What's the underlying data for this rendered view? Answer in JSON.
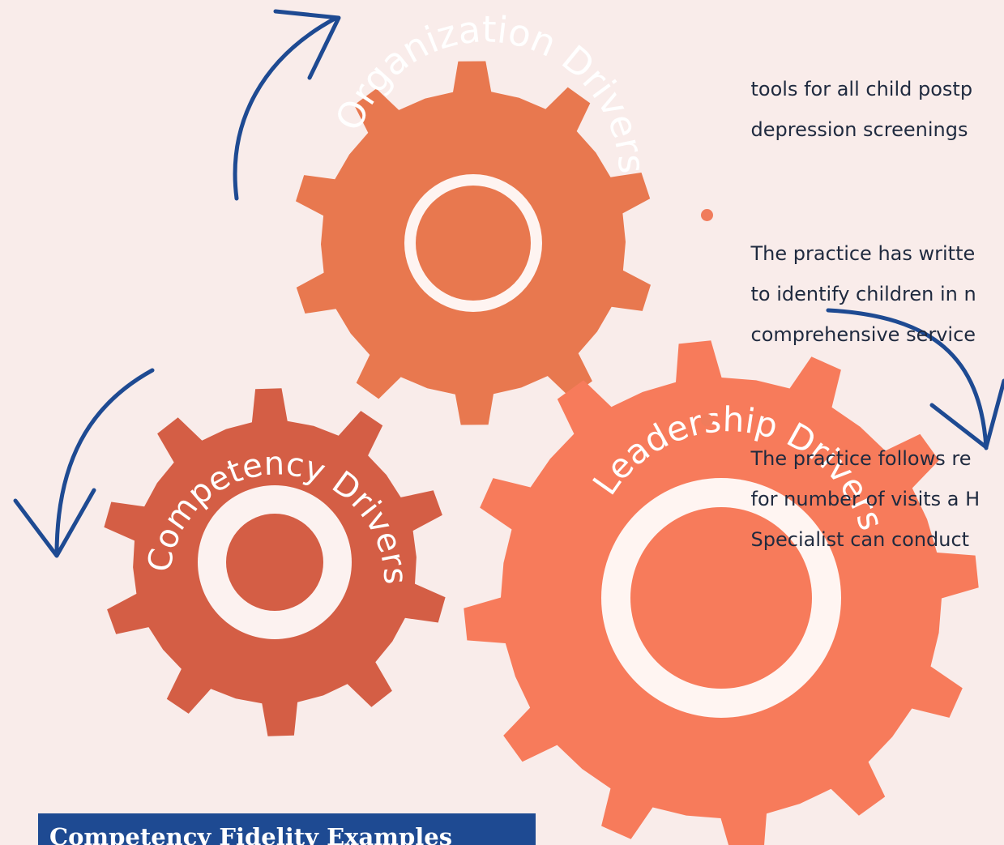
{
  "gears": [
    {
      "key": "organization",
      "label": "Organization Drivers",
      "color": "#e8784f"
    },
    {
      "key": "competency",
      "label": "Competency Drivers",
      "color": "#d45e45"
    },
    {
      "key": "leadership",
      "label": "Leadership Drivers",
      "color": "#f77b5b"
    }
  ],
  "bullets": [
    {
      "lines": [
        "tools for all child postp",
        "depression screenings"
      ],
      "continued": true
    },
    {
      "lines": [
        "The practice has writte",
        "to identify children in n",
        "comprehensive service"
      ],
      "continued": false
    },
    {
      "lines": [
        "The practice follows re",
        "for number of visits a H",
        "Specialist can conduct"
      ],
      "continued": false
    }
  ],
  "section_title": "Competency Fidelity Examples",
  "colors": {
    "background": "#f9ecea",
    "arrow": "#1e4a92",
    "bullet_dot": "#f07c5c",
    "text": "#1f2a3f",
    "title_bar": "#1e4a92"
  }
}
